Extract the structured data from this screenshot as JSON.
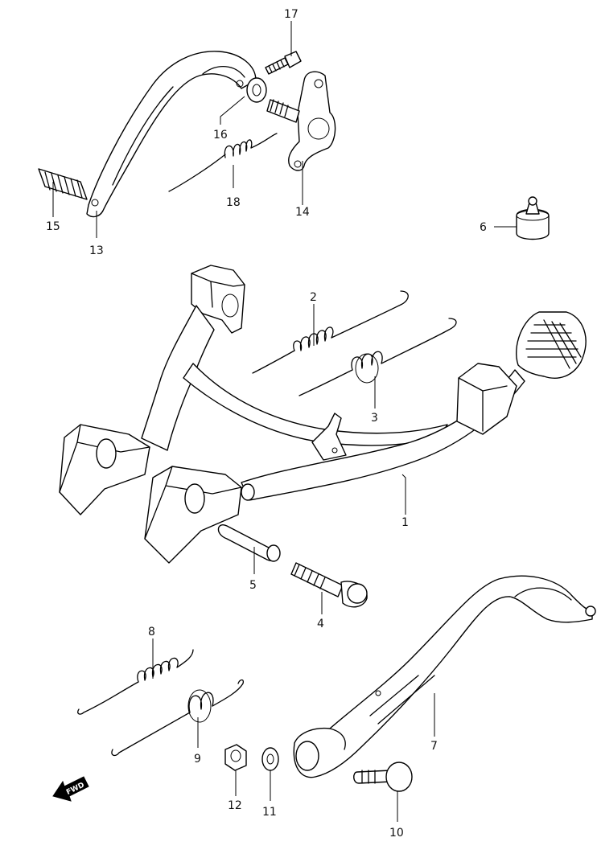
{
  "labels": {
    "p1": "1",
    "p2": "2",
    "p3": "3",
    "p4": "4",
    "p5": "5",
    "p6": "6",
    "p7": "7",
    "p8": "8",
    "p9": "9",
    "p10": "10",
    "p11": "11",
    "p12": "12",
    "p13": "13",
    "p14": "14",
    "p15": "15",
    "p16": "16",
    "p17": "17",
    "p18": "18"
  },
  "fwd": "FWD"
}
